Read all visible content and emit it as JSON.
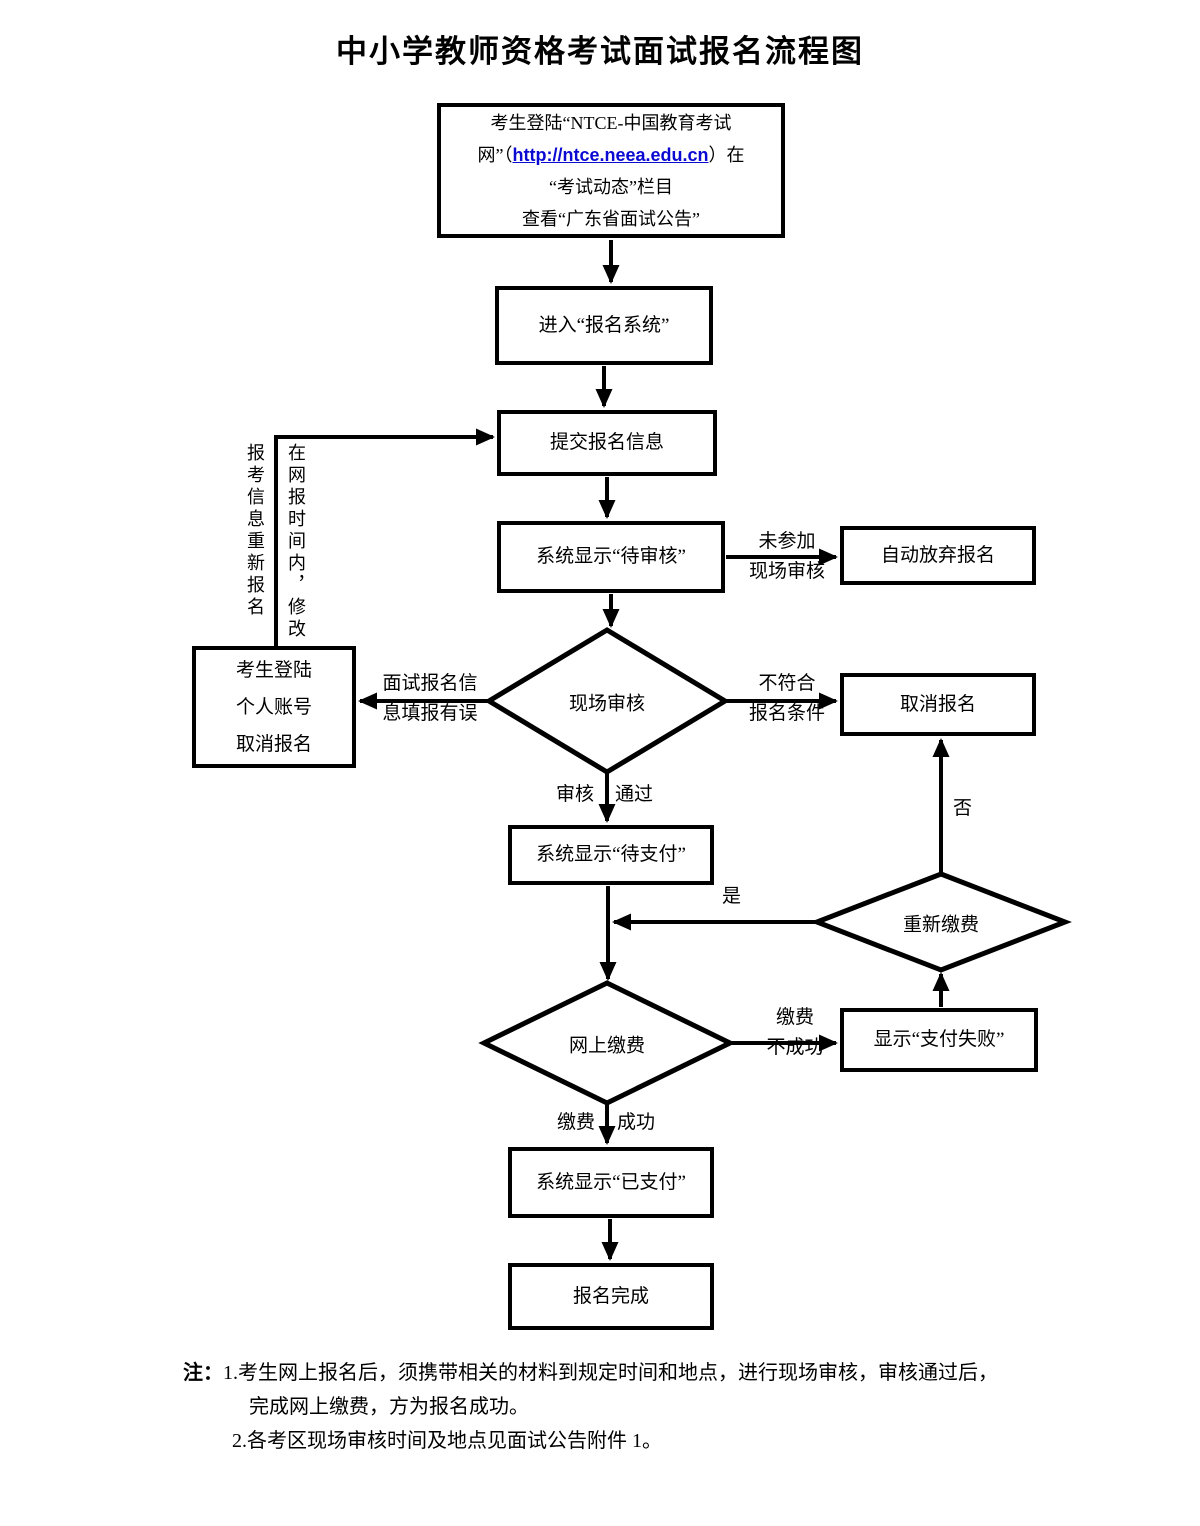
{
  "title": "中小学教师资格考试面试报名流程图",
  "start_box": {
    "line1": "考生登陆“NTCE-中国教育考试",
    "line2_prefix": "网”（",
    "line2_link": "http://ntce.neea.edu.cn",
    "line2_suffix": "）在",
    "line3": "“考试动态”栏目",
    "line4": "查看“广东省面试公告”"
  },
  "boxes": {
    "enter_system": "进入“报名系统”",
    "submit_info": "提交报名信息",
    "pending_review": "系统显示“待审核”",
    "auto_abandon": "自动放弃报名",
    "cancel_login_l1": "考生登陆",
    "cancel_login_l2": "个人账号",
    "cancel_login_l3": "取消报名",
    "cancel_reg": "取消报名",
    "pending_pay": "系统显示“待支付”",
    "pay_failed": "显示“支付失败”",
    "paid": "系统显示“已支付”",
    "done": "报名完成"
  },
  "diamonds": {
    "onsite_review": "现场审核",
    "repay": "重新缴费",
    "online_pay": "网上缴费"
  },
  "edge_labels": {
    "no_attend_l1": "未参加",
    "no_attend_l2": "现场审核",
    "info_error_l1": "面试报名信",
    "info_error_l2": "息填报有误",
    "not_qualified_l1": "不符合",
    "not_qualified_l2": "报名条件",
    "review_pass_left": "审核",
    "review_pass_right": "通过",
    "no": "否",
    "yes": "是",
    "pay_fail_l1": "缴费",
    "pay_fail_l2": "不成功",
    "pay_success_left": "缴费",
    "pay_success_right": "成功",
    "vertical_outer": "报考信息重新报名",
    "vertical_inner": "在网报时间内，修改"
  },
  "notes": {
    "prefix": "注：",
    "line1": "1.考生网上报名后，须携带相关的材料到规定时间和地点，进行现场审核，审核通过后，",
    "line2": "完成网上缴费，方为报名成功。",
    "line3": "2.各考区现场审核时间及地点见面试公告附件 1。"
  },
  "colors": {
    "link": "#0a0ad2",
    "line": "#000000"
  }
}
